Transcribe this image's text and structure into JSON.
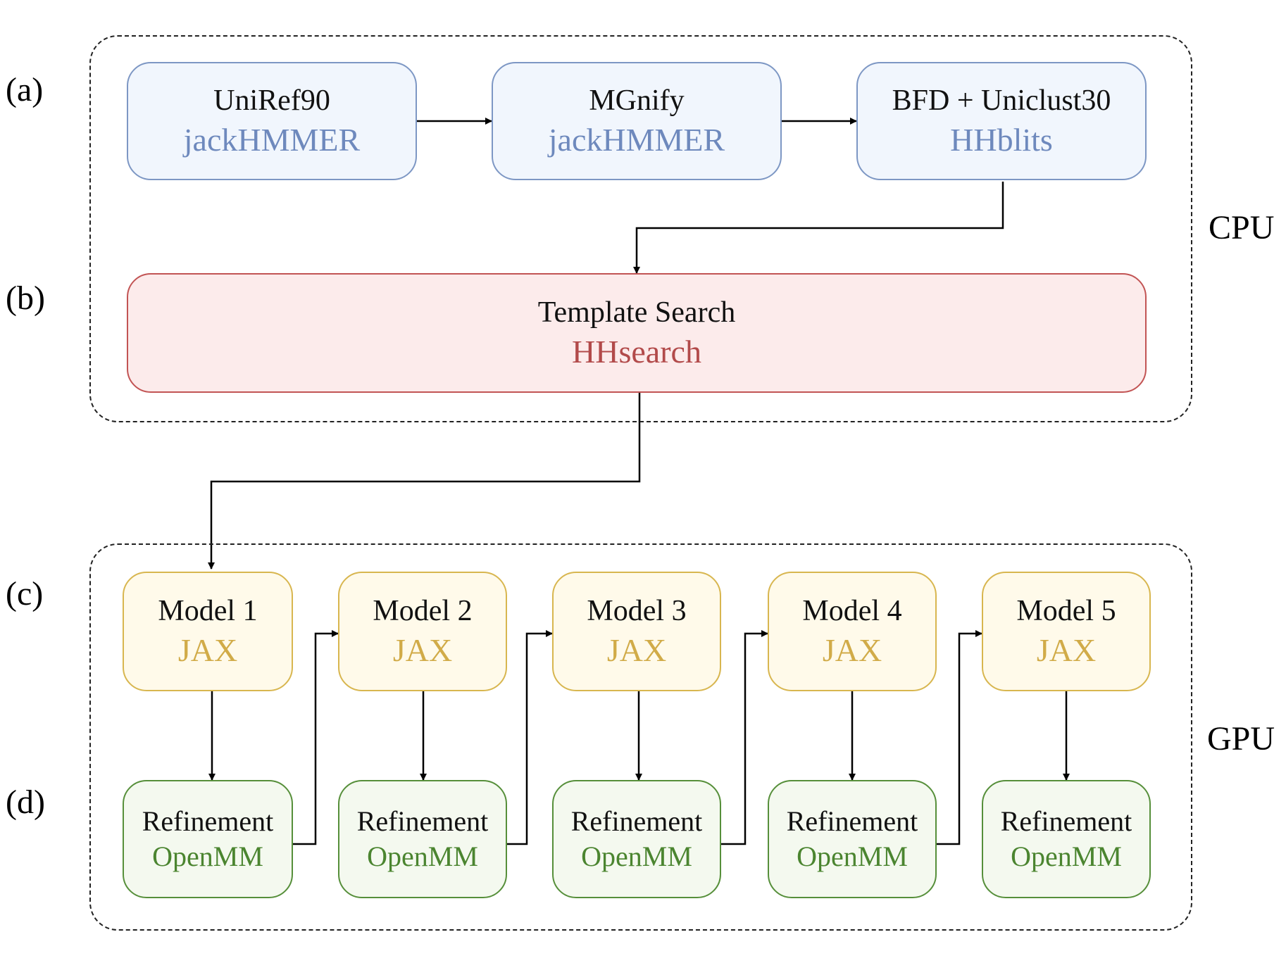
{
  "row_labels": [
    "(a)",
    "(b)",
    "(c)",
    "(d)"
  ],
  "groups": {
    "cpu": "CPU",
    "gpu": "GPU"
  },
  "msa": [
    {
      "db": "UniRef90",
      "tool": "jackHMMER"
    },
    {
      "db": "MGnify",
      "tool": "jackHMMER"
    },
    {
      "db": "BFD + Uniclust30",
      "tool": "HHblits"
    }
  ],
  "template": {
    "name": "Template Search",
    "tool": "HHsearch"
  },
  "models": [
    {
      "name": "Model 1",
      "tool": "JAX"
    },
    {
      "name": "Model 2",
      "tool": "JAX"
    },
    {
      "name": "Model 3",
      "tool": "JAX"
    },
    {
      "name": "Model 4",
      "tool": "JAX"
    },
    {
      "name": "Model 5",
      "tool": "JAX"
    }
  ],
  "refinement": {
    "name": "Refinement",
    "tool": "OpenMM"
  },
  "colors": {
    "blue": "#6e89bd",
    "red": "#b24a4a",
    "yellow": "#d1ab48",
    "green": "#4b8530"
  }
}
